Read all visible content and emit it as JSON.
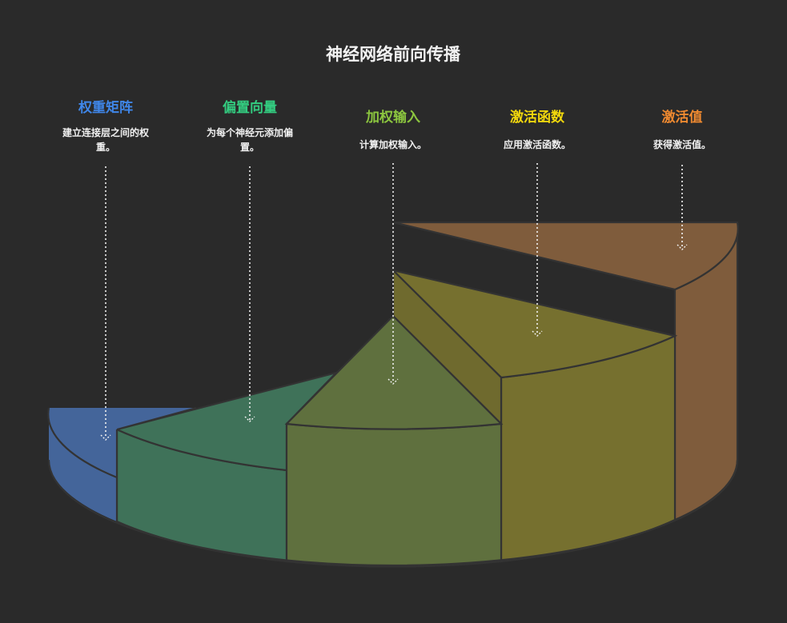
{
  "title": "神经网络前向传播",
  "steps": [
    {
      "label": "权重矩阵",
      "desc_lines": [
        "建立连接层之间的权",
        "重。"
      ],
      "color": "#3f86e8",
      "fill": "#44659a"
    },
    {
      "label": "偏置向量",
      "desc_lines": [
        "为每个神经元添加偏",
        "置。"
      ],
      "color": "#33cc80",
      "fill": "#3f7259"
    },
    {
      "label": "加权输入",
      "desc_lines": [
        "计算加权输入。"
      ],
      "color": "#8cc63f",
      "fill": "#5f703e"
    },
    {
      "label": "激活函数",
      "desc_lines": [
        "应用激活函数。"
      ],
      "color": "#f2d80c",
      "fill": "#76702f"
    },
    {
      "label": "激活值",
      "desc_lines": [
        "获得激活值。"
      ],
      "color": "#f08a30",
      "fill": "#7f5c3c"
    }
  ]
}
